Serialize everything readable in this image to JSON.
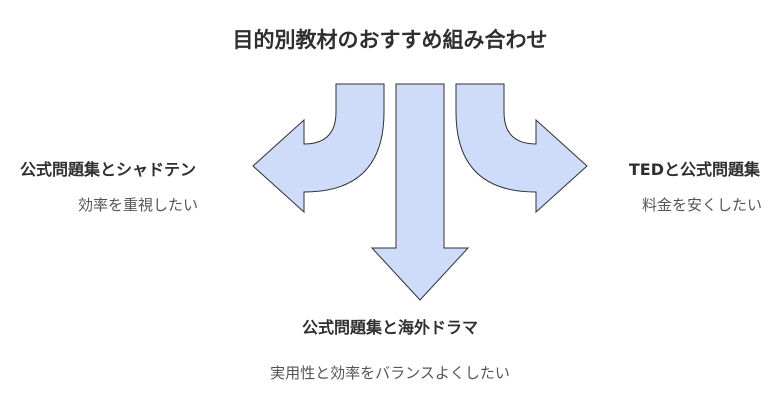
{
  "title": "目的別教材のおすすめ組み合わせ",
  "colors": {
    "arrow_fill": "#cfdcf9",
    "arrow_stroke": "#303030"
  },
  "options": [
    {
      "id": "left",
      "title": "公式問題集とシャドテン",
      "description": "効率を重視したい"
    },
    {
      "id": "right",
      "title": "TEDと公式問題集",
      "description": "料金を安くしたい"
    },
    {
      "id": "bottom",
      "title": "公式問題集と海外ドラマ",
      "description": "実用性と効率をバランスよくしたい"
    }
  ]
}
